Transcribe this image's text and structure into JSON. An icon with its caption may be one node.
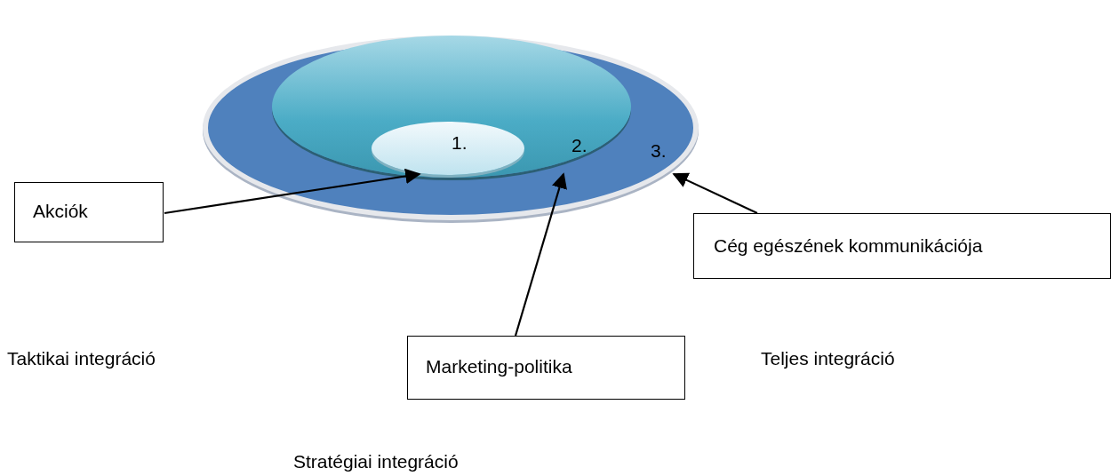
{
  "diagram": {
    "nodes": [
      {
        "text": [
          "3."
        ]
      },
      {
        "text": [
          "2."
        ],
        "in": 0
      },
      {
        "text": [
          "1."
        ],
        "in": 1
      },
      {
        "text": [
          "Akciók"
        ]
      },
      {
        "text": [
          "Cég egészének kommunikációja"
        ]
      },
      {
        "text": [
          "Marketing-politika"
        ]
      }
    ],
    "edges": [
      {
        "from": 3,
        "to": 2,
        "arrow": "to"
      },
      {
        "from": 5,
        "to": 1,
        "arrow": "to"
      },
      {
        "from": 4,
        "to": 0,
        "arrow": "to"
      }
    ],
    "labels": [
      "Taktikai integráció",
      "Teljes integráció",
      "Stratégiai integráció"
    ]
  }
}
